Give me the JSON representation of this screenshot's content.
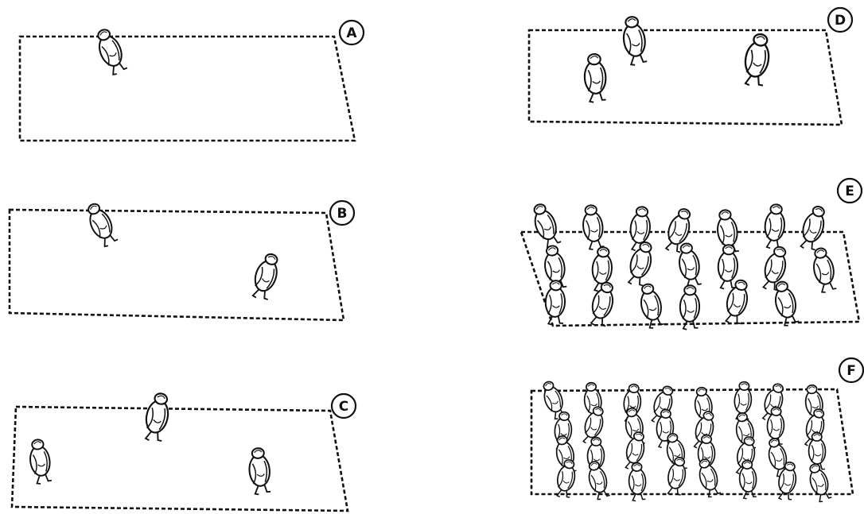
{
  "figure": {
    "panels": [
      {
        "id": "A",
        "label": "A",
        "people": 1
      },
      {
        "id": "B",
        "label": "B",
        "people": 2
      },
      {
        "id": "C",
        "label": "C",
        "people": 3
      },
      {
        "id": "D",
        "label": "D",
        "people": 3
      },
      {
        "id": "E",
        "label": "E",
        "people": 20
      },
      {
        "id": "F",
        "label": "F",
        "people": 32
      }
    ],
    "colors": {
      "ink": "#111111",
      "background": "#ffffff"
    }
  }
}
